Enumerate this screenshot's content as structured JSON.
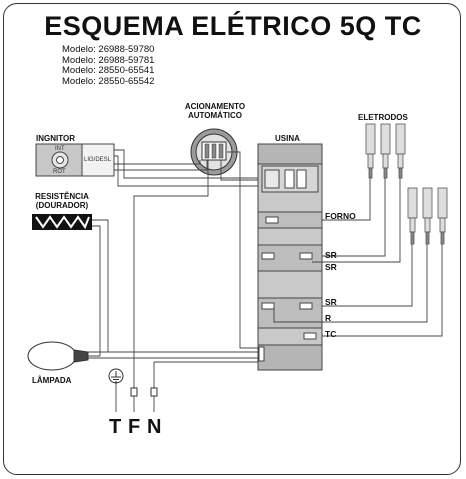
{
  "title": "ESQUEMA ELÉTRICO 5Q TC",
  "models": [
    "Modelo: 26988-59780",
    "Modelo: 26988-59781",
    "Modelo: 28550-65541",
    "Modelo: 28550-65542"
  ],
  "components": {
    "ignitor": "INGNITOR",
    "ignitor_int": "INT",
    "ignitor_rot": "ROT",
    "ignitor_switch": "LIG/DESL",
    "resistor_line1": "RESISTÊNCIA",
    "resistor_line2": "(DOURADOR)",
    "auto_line1": "ACIONAMENTO",
    "auto_line2": "AUTOMÁTICO",
    "usina": "USINA",
    "electrodes": "ELETRODOS",
    "lamp": "LÂMPADA"
  },
  "terminals": [
    "FORNO",
    "SR",
    "SR",
    "SR",
    "R",
    "TC"
  ],
  "supply": [
    "T",
    "F",
    "N"
  ]
}
